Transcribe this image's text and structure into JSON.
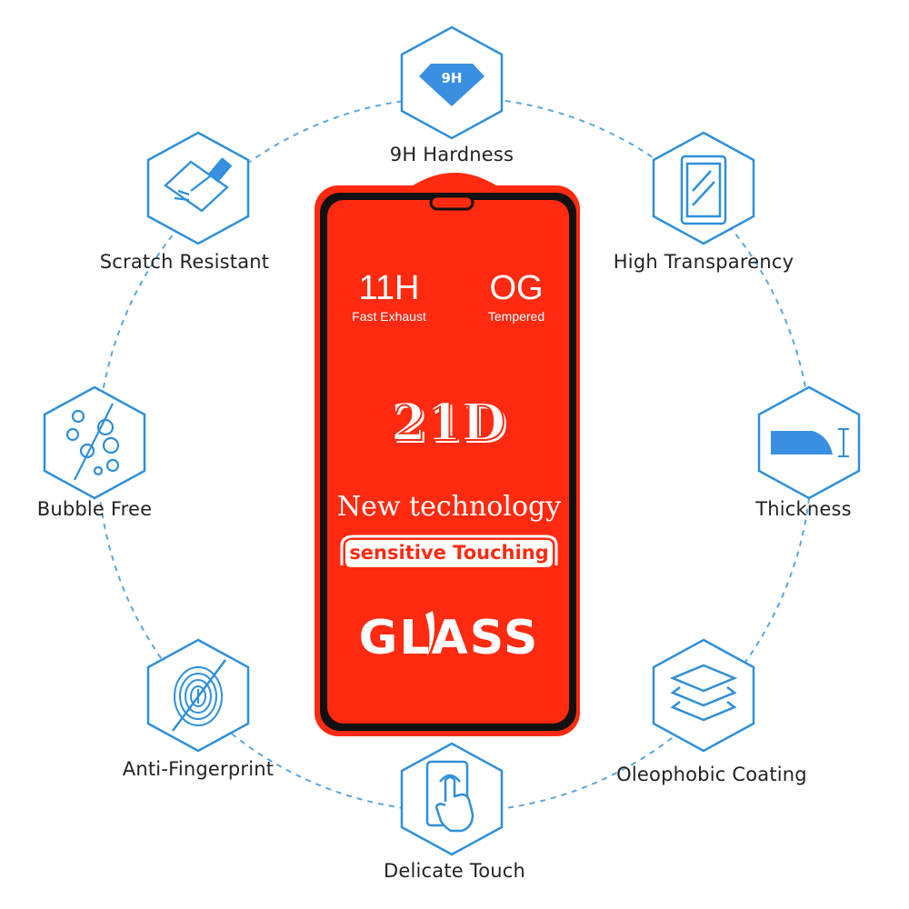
{
  "colors": {
    "icon_blue": "#2f8fd8",
    "icon_fill": "#3a8fe0",
    "glass_red": "#ff2a10",
    "frame_black": "#111111",
    "dashed_circle": "#5aa6de"
  },
  "features": [
    {
      "id": "hardness",
      "label": "9H Hardness",
      "icon": "diamond-9h-icon",
      "badge": "9H"
    },
    {
      "id": "transparency",
      "label": "High Transparency",
      "icon": "transparent-glass-icon"
    },
    {
      "id": "thickness",
      "label": "Thickness",
      "icon": "thickness-curve-icon"
    },
    {
      "id": "oleophobic",
      "label": "Oleophobic Coating",
      "icon": "layers-icon"
    },
    {
      "id": "touch",
      "label": "Delicate Touch",
      "icon": "touch-hand-icon"
    },
    {
      "id": "fingerprint",
      "label": "Anti-Fingerprint",
      "icon": "fingerprint-icon"
    },
    {
      "id": "bubble",
      "label": "Bubble Free",
      "icon": "bubbles-icon"
    },
    {
      "id": "scratch",
      "label": "Scratch Resistant",
      "icon": "scratch-knife-icon"
    }
  ],
  "product": {
    "spec_left_big": "11H",
    "spec_left_small": "Fast Exhaust",
    "spec_right_big": "OG",
    "spec_right_small": "Tempered",
    "model": "21D",
    "tagline": "New technology",
    "ribbon": "sensitive Touching",
    "brand": "GLASS"
  }
}
